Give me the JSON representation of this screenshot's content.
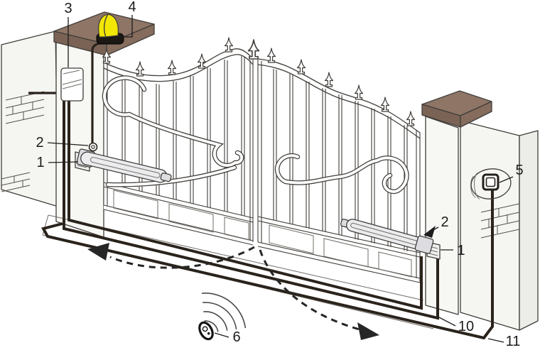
{
  "figure": {
    "kind": "installation-diagram",
    "description": "Automatic double swing gate automation system with numbered components and cable runs",
    "callouts": [
      {
        "number": "3",
        "component": "control-unit"
      },
      {
        "number": "4",
        "component": "flashing-lamp"
      },
      {
        "number": "2",
        "component": "photocell-left"
      },
      {
        "number": "1",
        "component": "actuator-left"
      },
      {
        "number": "5",
        "component": "key-switch"
      },
      {
        "number": "2",
        "component": "photocell-right"
      },
      {
        "number": "1",
        "component": "actuator-right"
      },
      {
        "number": "10",
        "component": "cable-run-actuator-side"
      },
      {
        "number": "11",
        "component": "cable-run-key-switch"
      },
      {
        "number": "6",
        "component": "remote-transmitter"
      }
    ],
    "colors": {
      "cap-top": "#8e7566",
      "cap-front": "#7a6355",
      "cap-side": "#856c5d",
      "lamp-yellow": "#f2e603",
      "lamp-base": "#1b1713",
      "outline": "#413e3a",
      "cable": "#2a231c",
      "wall": "#f5f5f2",
      "pillar": "#f7f7f4",
      "metal": "#ececef",
      "metal-dark": "#dcdce1",
      "label": "#1c1c1c"
    }
  }
}
